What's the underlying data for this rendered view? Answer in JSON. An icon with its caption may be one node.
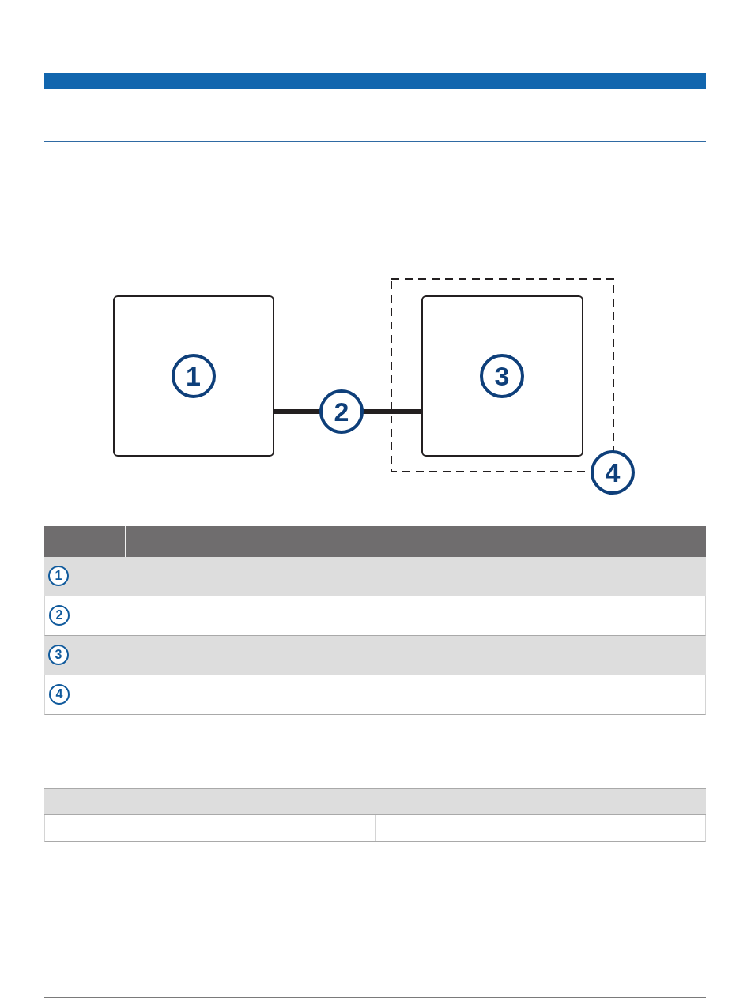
{
  "diagram": {
    "nodes": [
      {
        "text": [
          "1"
        ]
      },
      {
        "text": [
          "4"
        ]
      },
      {
        "text": [
          "3"
        ],
        "in": 1
      }
    ],
    "edges": [
      {
        "from": 0,
        "to": 2,
        "arrow": "none",
        "label": "2"
      }
    ],
    "labels": [
      "1",
      "2",
      "3",
      "4"
    ]
  }
}
